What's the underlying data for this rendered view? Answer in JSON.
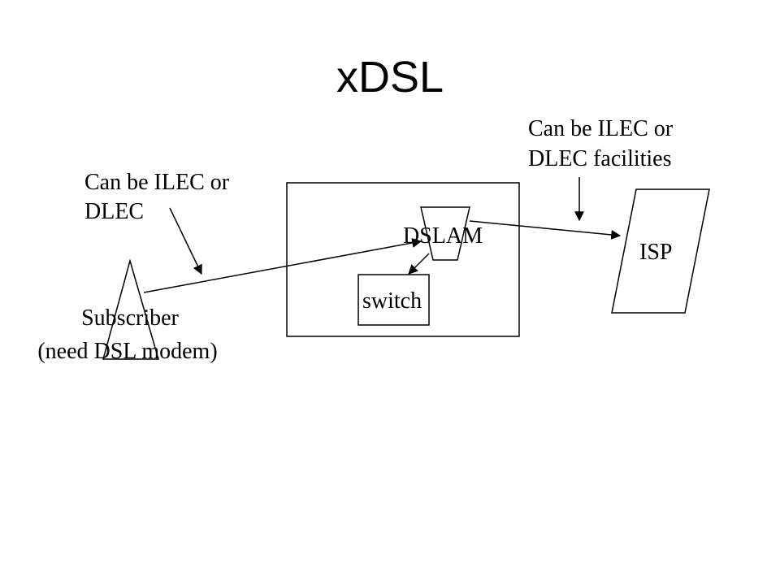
{
  "slide": {
    "title": "xDSL"
  },
  "annotations": {
    "subscriber_side": {
      "line1": "Can be ILEC or",
      "line2": "DLEC"
    },
    "isp_side": {
      "line1": "Can be ILEC or",
      "line2": "DLEC facilities"
    }
  },
  "nodes": {
    "subscriber": {
      "line1": "Subscriber",
      "line2": "(need DSL modem)"
    },
    "dslam": {
      "label": "DSLAM"
    },
    "switch": {
      "label": "switch"
    },
    "isp": {
      "label": "ISP"
    }
  },
  "colors": {
    "stroke": "#000000",
    "text": "#000000",
    "background": "#ffffff"
  }
}
